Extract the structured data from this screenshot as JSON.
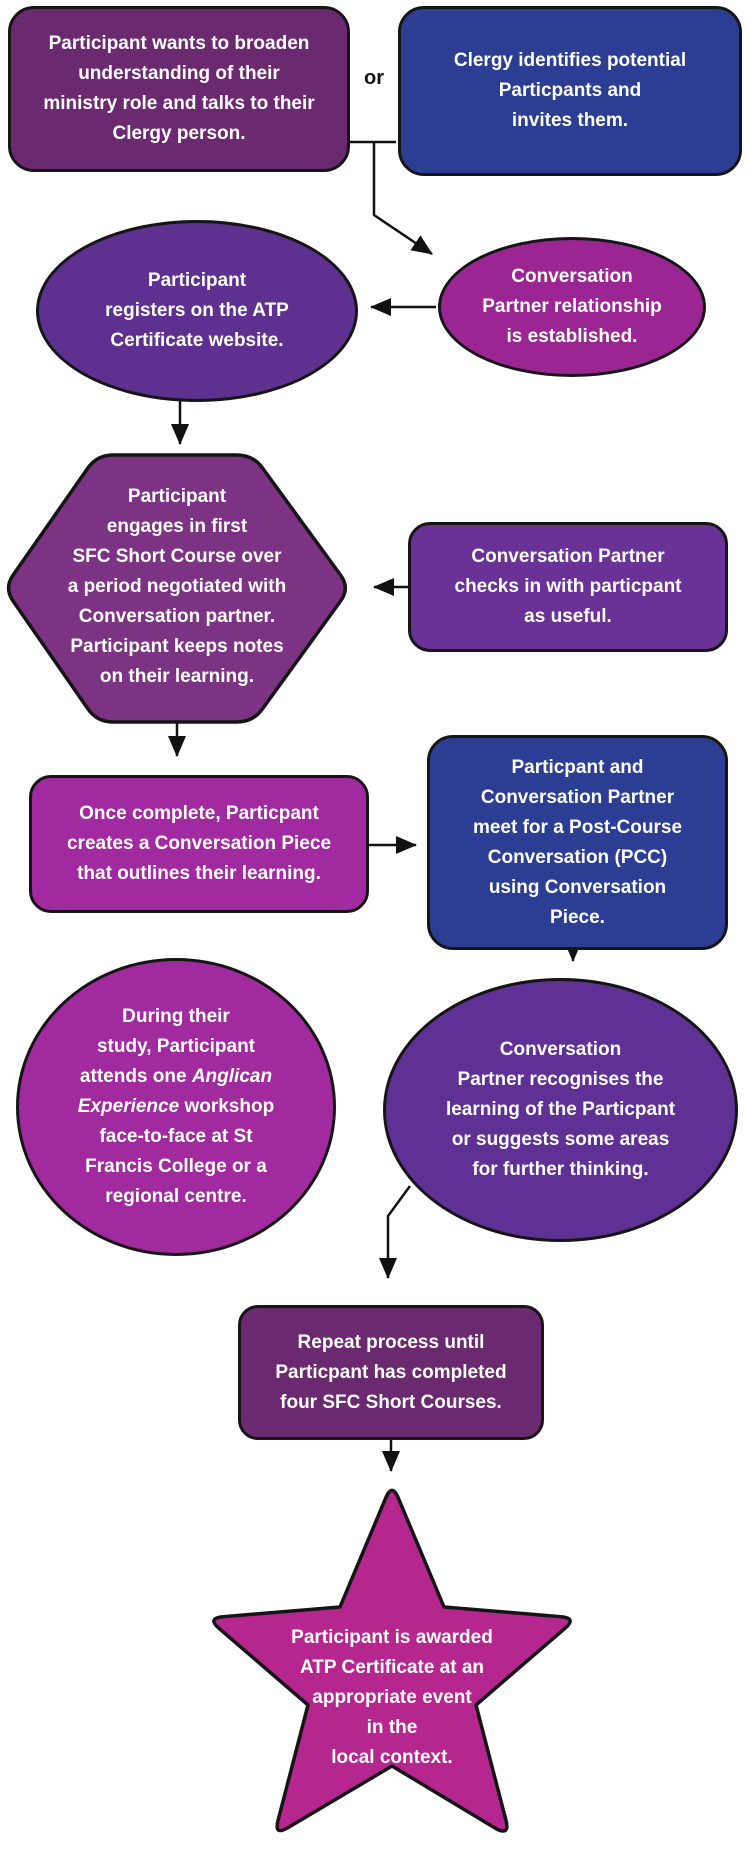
{
  "flowchart": {
    "or_label": "or",
    "nodes": {
      "clergy_talk": {
        "text": "Participant wants to broaden\nunderstanding of their\nministry role and talks to their\nClergy person."
      },
      "clergy_invites": {
        "text": "Clergy identifies potential\nParticpants and\ninvites them."
      },
      "registers": {
        "text": "Participant\nregisters on the ATP\nCertificate website."
      },
      "partner_established": {
        "text": "Conversation\nPartner relationship\nis established."
      },
      "short_course": {
        "text": "Participant\nengages in first\nSFC Short Course over\na period negotiated with\nConversation partner.\nParticipant keeps notes\non their learning."
      },
      "checks_in": {
        "text": "Conversation Partner\nchecks in with particpant\nas useful."
      },
      "conversation_piece": {
        "text": "Once complete, Particpant\ncreates a Conversation Piece\nthat outlines their learning."
      },
      "pcc": {
        "text": "Particpant and\nConversation Partner\nmeet for a Post-Course\nConversation (PCC)\nusing Conversation\nPiece."
      },
      "anglican": {
        "text_1": "During their\nstudy, Participant\nattends one ",
        "text_italic": "Anglican\nExperience",
        "text_2": " workshop\nface-to-face at St\nFrancis College or a\nregional centre."
      },
      "recognises": {
        "text": "Conversation\nPartner recognises the\nlearning of the Particpant\nor suggests some areas\nfor further thinking."
      },
      "repeat": {
        "text": "Repeat process until\nParticpant has completed\nfour SFC Short Courses."
      },
      "award": {
        "text": "Participant is awarded\nATP Certificate at an\nappropriate event\nin the\nlocal context."
      }
    },
    "colors": {
      "plum_dark": "#6b2a70",
      "blue": "#2c3e93",
      "purple": "#5e3191",
      "purple_mid": "#6a3197",
      "magenta_dark": "#9b2592",
      "plum": "#7d3383",
      "magenta": "#a12aa0",
      "magenta_soft": "#a12a9e",
      "purple_deep": "#5f3195",
      "pink": "#b5268f",
      "outline": "#151515"
    }
  }
}
